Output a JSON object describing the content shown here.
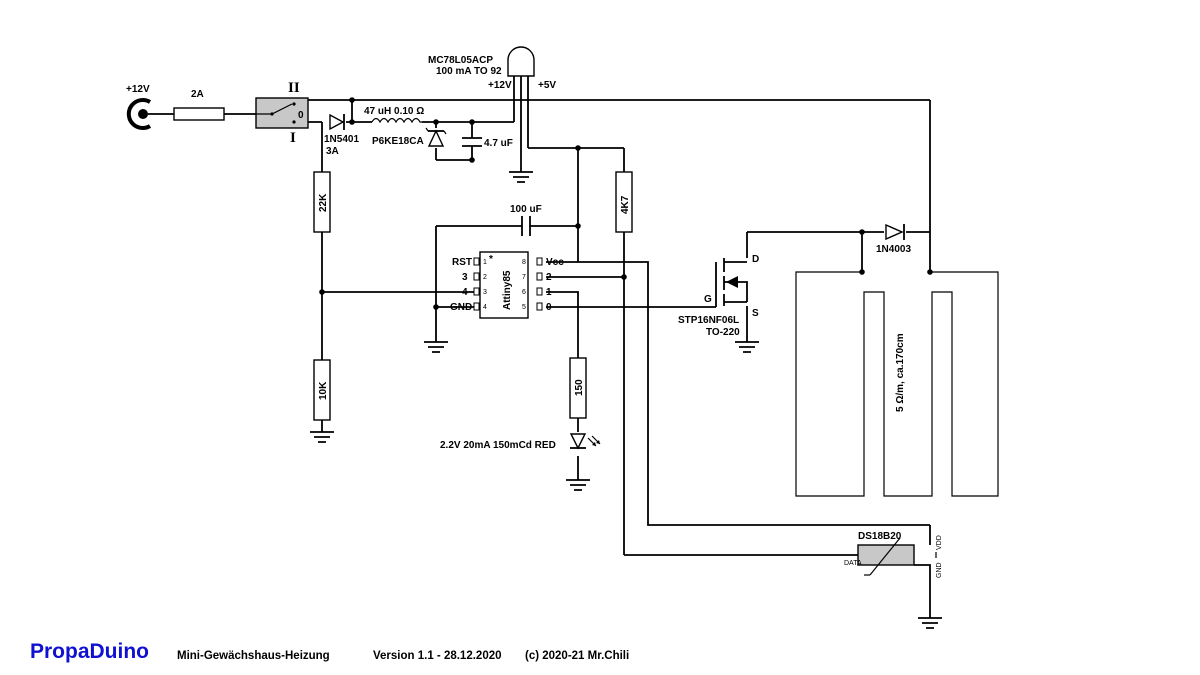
{
  "labels": {
    "supply": "+12V",
    "fuse": "2A",
    "switch_on": "II",
    "switch_zero": "0",
    "switch_off": "I",
    "diode1": "1N5401",
    "diode1_rating": "3A",
    "inductor": "47 uH 0.10 Ω",
    "tvs": "P6KE18CA",
    "cap_small": "4.7 uF",
    "regulator": "MC78L05ACP",
    "regulator_spec": "100 mA TO 92",
    "reg_in": "+12V",
    "reg_out": "+5V",
    "cap_big": "100 uF",
    "r_pullup": "4K7",
    "r_top": "22K",
    "r_bottom": "10K",
    "r_led": "150",
    "led": "2.2V 20mA 150mCd RED",
    "mcu": "Attiny85",
    "pin_rst": "RST",
    "pin_3": "3",
    "pin_4": "4",
    "pin_gnd": "GND",
    "pin_vcc": "Vcc",
    "pin_2": "2",
    "pin_1": "1",
    "pin_0": "0",
    "pin_num_1": "1",
    "pin_num_2": "2",
    "pin_num_3": "3",
    "pin_num_4": "4",
    "pin_num_5": "5",
    "pin_num_6": "6",
    "pin_num_7": "7",
    "pin_num_8": "8",
    "mcu_dot": "*",
    "mosfet": "STP16NF06L",
    "mosfet_pkg": "TO-220",
    "mosfet_d": "D",
    "mosfet_s": "S",
    "mosfet_g": "G",
    "diode2": "1N4003",
    "heater": "5 Ω/m, ca.170cm",
    "sensor": "DS18B20",
    "sensor_data": "DATA",
    "sensor_vdd": "VDD",
    "sensor_gnd": "GND"
  },
  "footer": {
    "brand": "PropaDuino",
    "subtitle": "Mini-Gewächshaus-Heizung",
    "version": "Version 1.1 - 28.12.2020",
    "copyright": "(c) 2020-21 Mr.Chili"
  },
  "colors": {
    "brand": "#1010d0",
    "switch_fill": "#c8c8c8",
    "sensor_fill": "#c8c8c8"
  }
}
